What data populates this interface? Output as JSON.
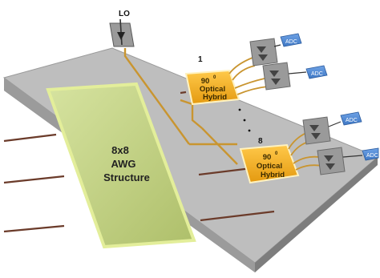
{
  "diagram": {
    "lo_label": "LO",
    "awg": {
      "line1": "8x8",
      "line2": "AWG",
      "line3": "Structure"
    },
    "hybrids": [
      {
        "index": "1",
        "line1": "90",
        "superscript": "0",
        "line2": "Optical",
        "line3": "Hybrid"
      },
      {
        "index": "8",
        "line1": "90",
        "superscript": "0",
        "line2": "Optical",
        "line3": "Hybrid"
      }
    ],
    "adc_label": "ADC",
    "ellipsis": ". . .",
    "colors": {
      "chip_top": "#bdbdbd",
      "chip_side": "#8f8f8f",
      "awg_fill": "#c3d388",
      "hybrid_fill": "#f4b21f",
      "adc_fill": "#4f8ad6",
      "waveguide_gold": "#c99530",
      "waveguide_brown": "#6b3b2a"
    }
  }
}
